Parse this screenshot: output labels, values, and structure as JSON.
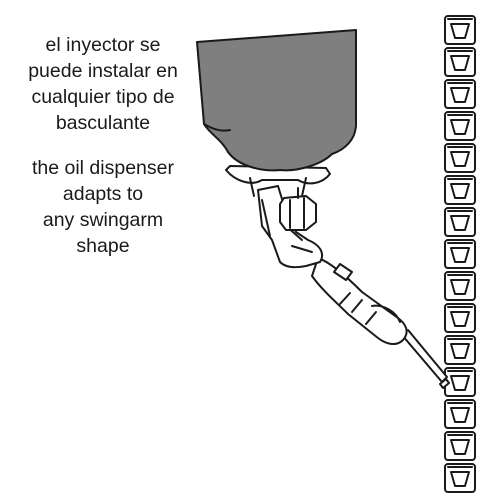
{
  "caption_es": {
    "lines": [
      "el inyector se",
      "puede instalar en",
      "cualquier tipo de",
      "basculante"
    ]
  },
  "caption_en": {
    "lines": [
      "the oil dispenser",
      "adapts to",
      "any swingarm",
      "shape"
    ]
  },
  "colors": {
    "reservoir_fill": "#7f7f7f",
    "outline": "#1a1a1a",
    "background": "#ffffff"
  }
}
